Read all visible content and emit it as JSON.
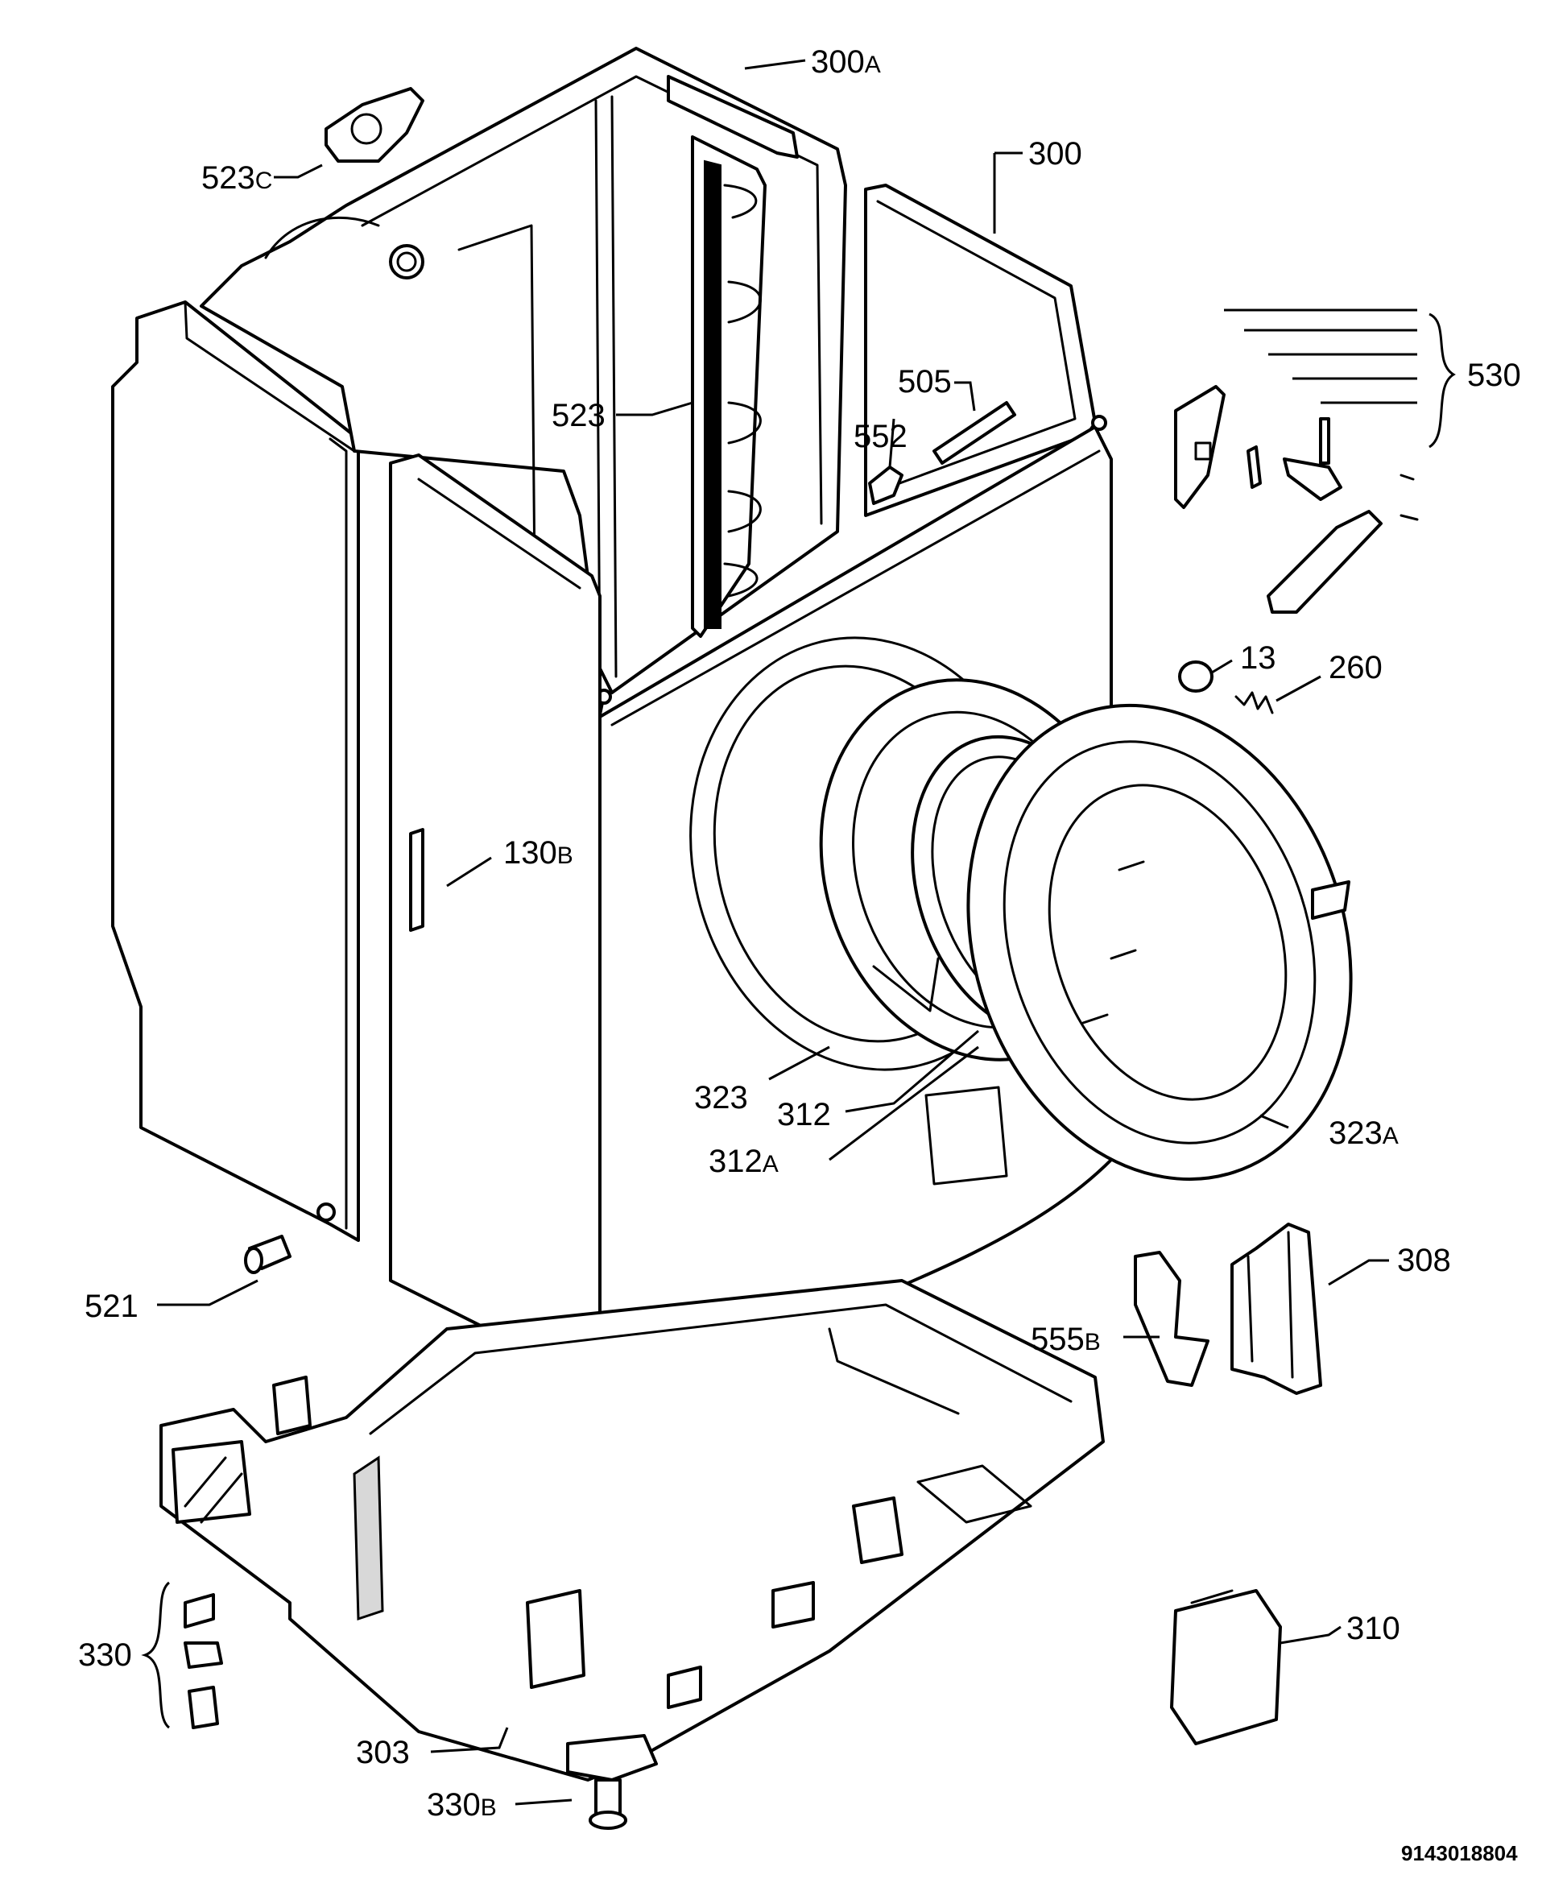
{
  "callouts": [
    {
      "id": "300A",
      "num": "300",
      "suffix": "A"
    },
    {
      "id": "300",
      "num": "300",
      "suffix": ""
    },
    {
      "id": "523C",
      "num": "523",
      "suffix": "C"
    },
    {
      "id": "523",
      "num": "523",
      "suffix": ""
    },
    {
      "id": "505",
      "num": "505",
      "suffix": ""
    },
    {
      "id": "552",
      "num": "552",
      "suffix": ""
    },
    {
      "id": "530",
      "num": "530",
      "suffix": ""
    },
    {
      "id": "13",
      "num": "13",
      "suffix": ""
    },
    {
      "id": "260",
      "num": "260",
      "suffix": ""
    },
    {
      "id": "130B",
      "num": "130",
      "suffix": "B"
    },
    {
      "id": "323",
      "num": "323",
      "suffix": ""
    },
    {
      "id": "312",
      "num": "312",
      "suffix": ""
    },
    {
      "id": "312A",
      "num": "312",
      "suffix": "A"
    },
    {
      "id": "323A",
      "num": "323",
      "suffix": "A"
    },
    {
      "id": "521",
      "num": "521",
      "suffix": ""
    },
    {
      "id": "308",
      "num": "308",
      "suffix": ""
    },
    {
      "id": "555B",
      "num": "555",
      "suffix": "B"
    },
    {
      "id": "330",
      "num": "330",
      "suffix": ""
    },
    {
      "id": "303",
      "num": "303",
      "suffix": ""
    },
    {
      "id": "330B",
      "num": "330",
      "suffix": "B"
    },
    {
      "id": "310",
      "num": "310",
      "suffix": ""
    }
  ],
  "document_number": "9143018804"
}
